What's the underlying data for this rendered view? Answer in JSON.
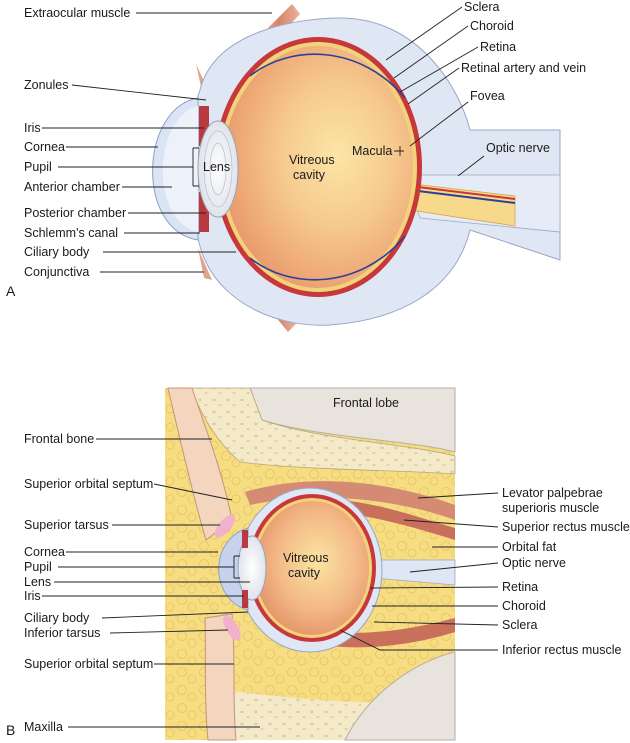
{
  "panels": {
    "a": "A",
    "b": "B"
  },
  "diagram_a": {
    "labels_left": [
      "Extraocular muscle",
      "Zonules",
      "Iris",
      "Cornea",
      "Pupil",
      "Anterior chamber",
      "Posterior chamber",
      "Schlemm's canal",
      "Ciliary body",
      "Conjunctiva"
    ],
    "labels_right": [
      "Sclera",
      "Choroid",
      "Retina",
      "Retinal artery and vein",
      "Fovea",
      "Optic nerve"
    ],
    "labels_inner": {
      "lens": "Lens",
      "vitreous_1": "Vitreous",
      "vitreous_2": "cavity",
      "macula": "Macula"
    }
  },
  "diagram_b": {
    "labels_left": [
      "Frontal bone",
      "Superior orbital septum",
      "Superior tarsus",
      "Cornea",
      "Pupil",
      "Lens",
      "Iris",
      "Ciliary body",
      "Inferior tarsus",
      "Superior orbital septum",
      "Maxilla"
    ],
    "labels_right": [
      "Levator palpebrae",
      "superioris muscle",
      "Superior rectus muscle",
      "Orbital fat",
      "Optic nerve",
      "Retina",
      "Choroid",
      "Sclera",
      "Inferior rectus muscle"
    ],
    "labels_inner": {
      "frontal_lobe": "Frontal lobe",
      "vitreous_1": "Vitreous",
      "vitreous_2": "cavity"
    }
  },
  "colors": {
    "sclera": "#dfe6f4",
    "vitreous": "#f0b783",
    "choroid_red": "#c8383a",
    "fat": "#f6df88",
    "bone": "#f3e7c6",
    "brain": "#e6e1da",
    "nerve": "#f6d98a"
  }
}
